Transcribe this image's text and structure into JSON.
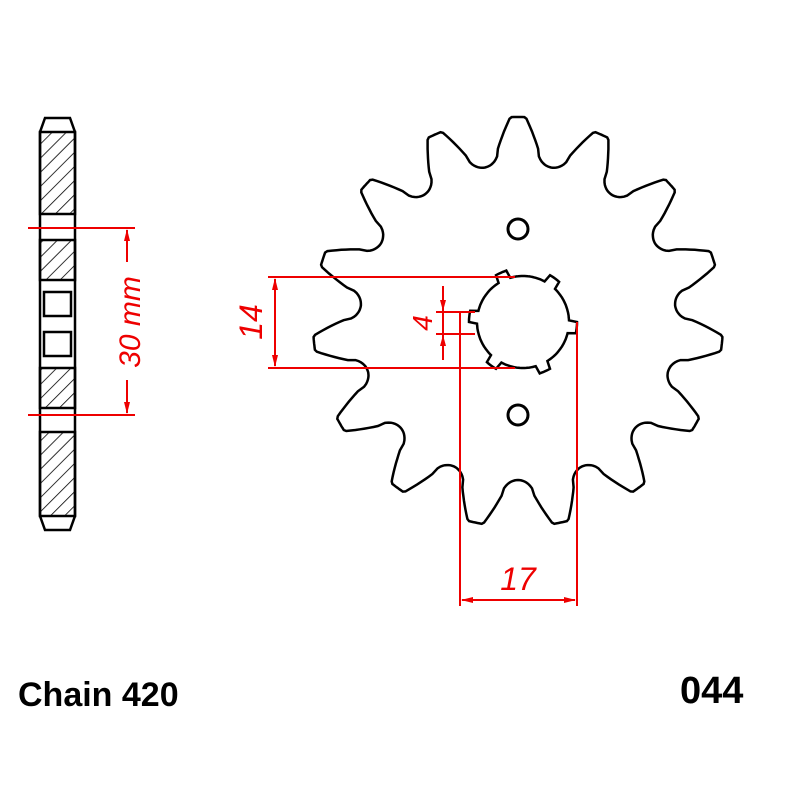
{
  "labels": {
    "chain": "Chain 420",
    "part_number": "044"
  },
  "dimensions": {
    "hub_width": "30 mm",
    "bore_height": "14",
    "spline_width": "4",
    "bore_diameter": "17"
  },
  "colors": {
    "outline": "#000000",
    "dimension": "#e00000",
    "background": "#ffffff"
  },
  "sprocket": {
    "teeth": 15,
    "splines": 6
  }
}
